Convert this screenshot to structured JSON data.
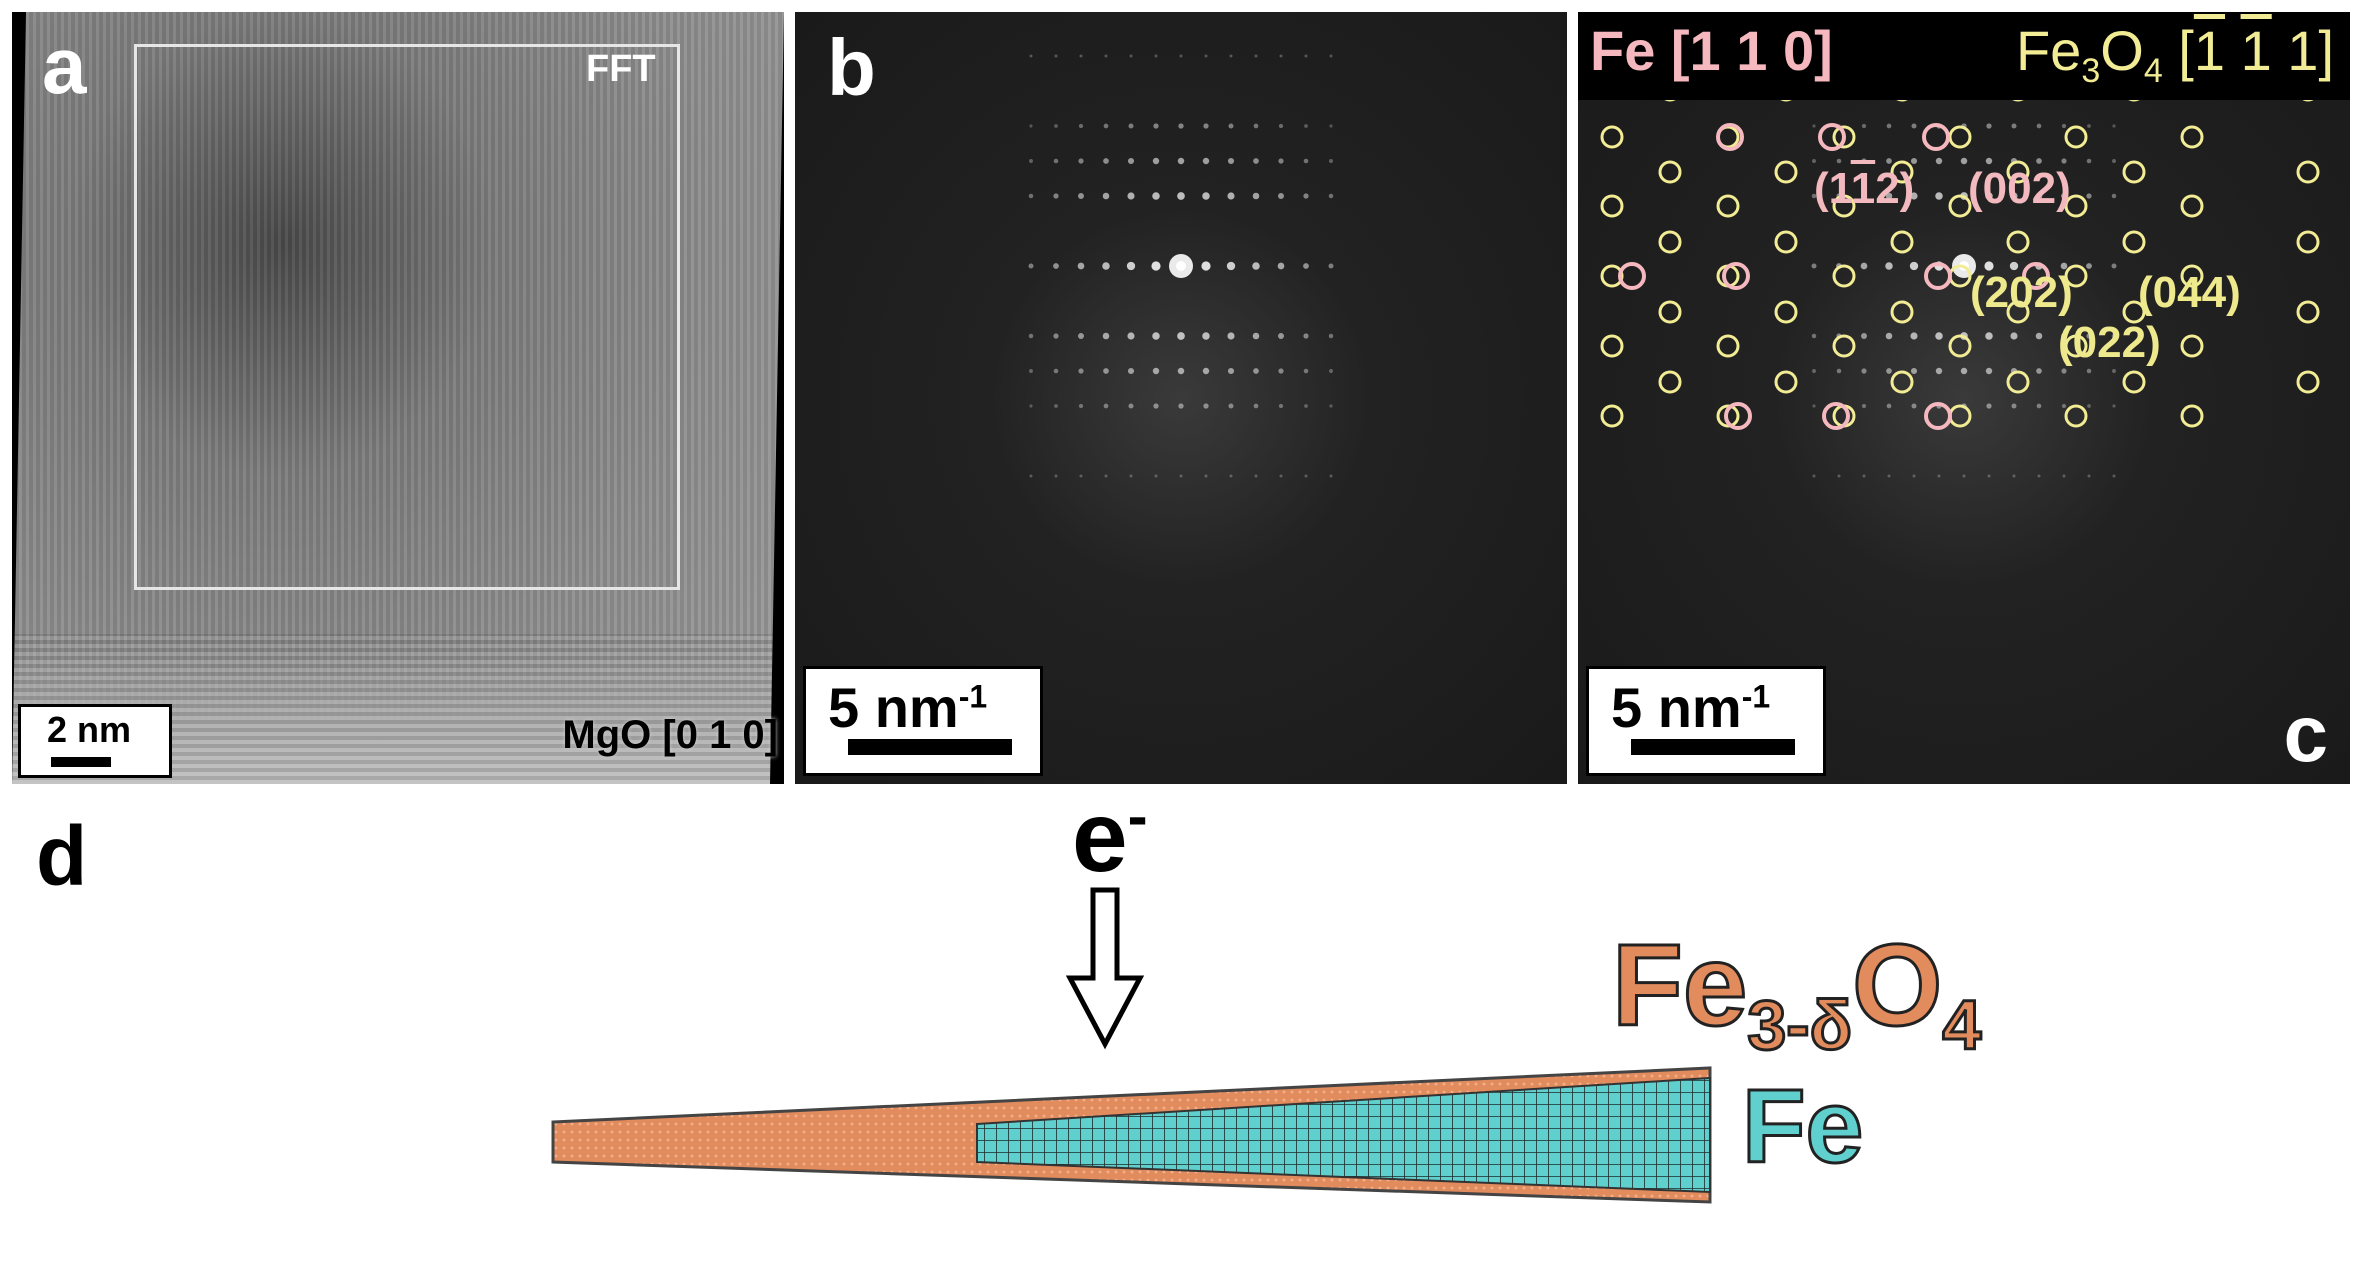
{
  "panel_a": {
    "letter": "a",
    "fft_label": "FFT",
    "scale_label": "2 nm",
    "zone_label": "MgO [0 1 0]"
  },
  "panel_b": {
    "letter": "b",
    "scale_label": "5 nm",
    "scale_unit_exp": "-1"
  },
  "panel_c": {
    "letter": "c",
    "fe_zone": "Fe [1 1 0]",
    "fe3o4_zone": {
      "base": "Fe",
      "sub3": "3",
      "o": "O",
      "sub4": "4",
      "bracket_open": " [",
      "h": "1",
      "sp1": " ",
      "k": "1",
      "l": " 1]"
    },
    "scale_label": "5 nm",
    "scale_unit_exp": "-1",
    "reflections": {
      "r112_open": "(1",
      "r112_bar": "1",
      "r112_close": "2)",
      "r002": "(002)",
      "r202": "(202)",
      "r044": "(044)",
      "r022": "(022)"
    },
    "colors": {
      "fe": "#f4b8be",
      "fe3o4": "#f2ec94"
    }
  },
  "panel_d": {
    "letter": "d",
    "beam": "e",
    "beam_exp": "-",
    "oxide": {
      "base": "Fe",
      "sub": "3-δ",
      "o": "O",
      "sub2": "4"
    },
    "metal": "Fe",
    "colors": {
      "oxide": "#e28c5e",
      "metal": "#5fd0cd"
    }
  }
}
